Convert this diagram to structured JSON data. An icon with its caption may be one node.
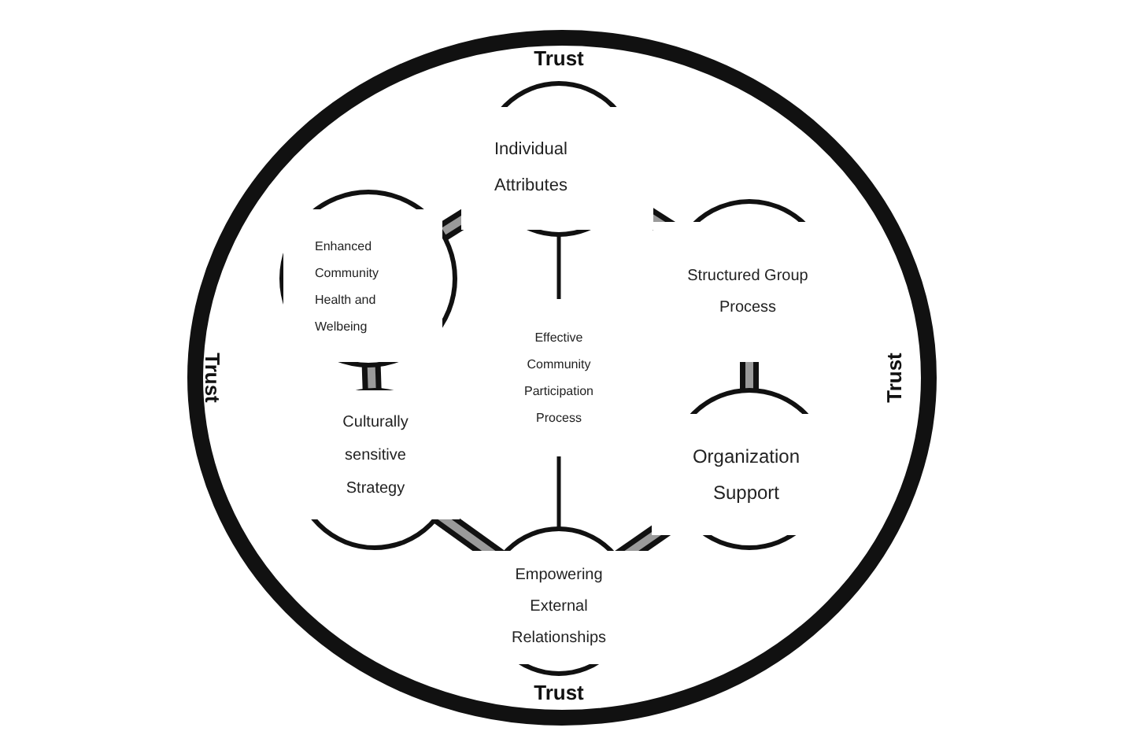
{
  "diagram": {
    "nodes": [
      {
        "text": [
          "Trust",
          "Trust",
          "Trust",
          "Trust"
        ]
      },
      {
        "text": [
          "Individual Attributes"
        ],
        "in": 0
      },
      {
        "text": [
          "Enhanced Community Health and Welbeing"
        ],
        "in": 0
      },
      {
        "text": [
          "Structured Group Process"
        ],
        "in": 0
      },
      {
        "text": [
          "Effective Community Participation Process"
        ],
        "in": 0
      },
      {
        "text": [
          "Culturally sensitive Strategy"
        ],
        "in": 0
      },
      {
        "text": [
          "Organization Support"
        ],
        "in": 0
      },
      {
        "text": [
          "Empowering External Relationships"
        ],
        "in": 0
      }
    ],
    "edges": [
      {
        "from": 4,
        "to": 1,
        "arrow": "none"
      },
      {
        "from": 4,
        "to": 7,
        "arrow": "none"
      },
      {
        "from": 1,
        "to": 2,
        "arrow": "none"
      },
      {
        "from": 1,
        "to": 3,
        "arrow": "none"
      },
      {
        "from": 2,
        "to": 5,
        "arrow": "none"
      },
      {
        "from": 3,
        "to": 6,
        "arrow": "none"
      },
      {
        "from": 5,
        "to": 7,
        "arrow": "none"
      },
      {
        "from": 6,
        "to": 7,
        "arrow": "none"
      }
    ]
  }
}
